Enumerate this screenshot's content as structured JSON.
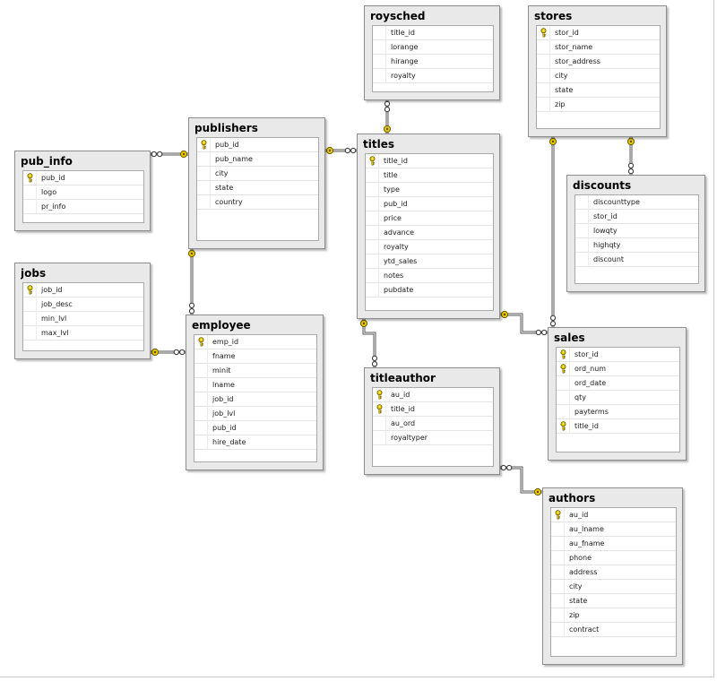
{
  "tables": [
    {
      "name": "roysched",
      "columns": [
        {
          "name": "title_id",
          "pk": false
        },
        {
          "name": "lorange",
          "pk": false
        },
        {
          "name": "hirange",
          "pk": false
        },
        {
          "name": "royalty",
          "pk": false
        }
      ]
    },
    {
      "name": "stores",
      "columns": [
        {
          "name": "stor_id",
          "pk": true
        },
        {
          "name": "stor_name",
          "pk": false
        },
        {
          "name": "stor_address",
          "pk": false
        },
        {
          "name": "city",
          "pk": false
        },
        {
          "name": "state",
          "pk": false
        },
        {
          "name": "zip",
          "pk": false
        }
      ]
    },
    {
      "name": "publishers",
      "columns": [
        {
          "name": "pub_id",
          "pk": true
        },
        {
          "name": "pub_name",
          "pk": false
        },
        {
          "name": "city",
          "pk": false
        },
        {
          "name": "state",
          "pk": false
        },
        {
          "name": "country",
          "pk": false
        }
      ]
    },
    {
      "name": "titles",
      "columns": [
        {
          "name": "title_id",
          "pk": true
        },
        {
          "name": "title",
          "pk": false
        },
        {
          "name": "type",
          "pk": false
        },
        {
          "name": "pub_id",
          "pk": false
        },
        {
          "name": "price",
          "pk": false
        },
        {
          "name": "advance",
          "pk": false
        },
        {
          "name": "royalty",
          "pk": false
        },
        {
          "name": "ytd_sales",
          "pk": false
        },
        {
          "name": "notes",
          "pk": false
        },
        {
          "name": "pubdate",
          "pk": false
        }
      ]
    },
    {
      "name": "pub_info",
      "columns": [
        {
          "name": "pub_id",
          "pk": true
        },
        {
          "name": "logo",
          "pk": false
        },
        {
          "name": "pr_info",
          "pk": false
        }
      ]
    },
    {
      "name": "discounts",
      "columns": [
        {
          "name": "discounttype",
          "pk": false
        },
        {
          "name": "stor_id",
          "pk": false
        },
        {
          "name": "lowqty",
          "pk": false
        },
        {
          "name": "highqty",
          "pk": false
        },
        {
          "name": "discount",
          "pk": false
        }
      ]
    },
    {
      "name": "jobs",
      "columns": [
        {
          "name": "job_id",
          "pk": true
        },
        {
          "name": "job_desc",
          "pk": false
        },
        {
          "name": "min_lvl",
          "pk": false
        },
        {
          "name": "max_lvl",
          "pk": false
        }
      ]
    },
    {
      "name": "employee",
      "columns": [
        {
          "name": "emp_id",
          "pk": true
        },
        {
          "name": "fname",
          "pk": false
        },
        {
          "name": "minit",
          "pk": false
        },
        {
          "name": "lname",
          "pk": false
        },
        {
          "name": "job_id",
          "pk": false
        },
        {
          "name": "job_lvl",
          "pk": false
        },
        {
          "name": "pub_id",
          "pk": false
        },
        {
          "name": "hire_date",
          "pk": false
        }
      ]
    },
    {
      "name": "sales",
      "columns": [
        {
          "name": "stor_id",
          "pk": true
        },
        {
          "name": "ord_num",
          "pk": true
        },
        {
          "name": "ord_date",
          "pk": false
        },
        {
          "name": "qty",
          "pk": false
        },
        {
          "name": "payterms",
          "pk": false
        },
        {
          "name": "title_id",
          "pk": true
        }
      ]
    },
    {
      "name": "titleauthor",
      "columns": [
        {
          "name": "au_id",
          "pk": true
        },
        {
          "name": "title_id",
          "pk": true
        },
        {
          "name": "au_ord",
          "pk": false
        },
        {
          "name": "royaltyper",
          "pk": false
        }
      ]
    },
    {
      "name": "authors",
      "columns": [
        {
          "name": "au_id",
          "pk": true
        },
        {
          "name": "au_lname",
          "pk": false
        },
        {
          "name": "au_fname",
          "pk": false
        },
        {
          "name": "phone",
          "pk": false
        },
        {
          "name": "address",
          "pk": false
        },
        {
          "name": "city",
          "pk": false
        },
        {
          "name": "state",
          "pk": false
        },
        {
          "name": "zip",
          "pk": false
        },
        {
          "name": "contract",
          "pk": false
        }
      ]
    }
  ],
  "relationships": [
    {
      "from": "roysched",
      "to": "titles"
    },
    {
      "from": "pub_info",
      "to": "publishers"
    },
    {
      "from": "titles",
      "to": "publishers"
    },
    {
      "from": "employee",
      "to": "publishers"
    },
    {
      "from": "employee",
      "to": "jobs"
    },
    {
      "from": "discounts",
      "to": "stores"
    },
    {
      "from": "sales",
      "to": "stores"
    },
    {
      "from": "sales",
      "to": "titles"
    },
    {
      "from": "titleauthor",
      "to": "titles"
    },
    {
      "from": "titleauthor",
      "to": "authors"
    }
  ],
  "colors": {
    "key": "#e8c900",
    "key_outline": "#6b5a00",
    "line": "#555555",
    "header_bg": "#e9e9e9"
  }
}
